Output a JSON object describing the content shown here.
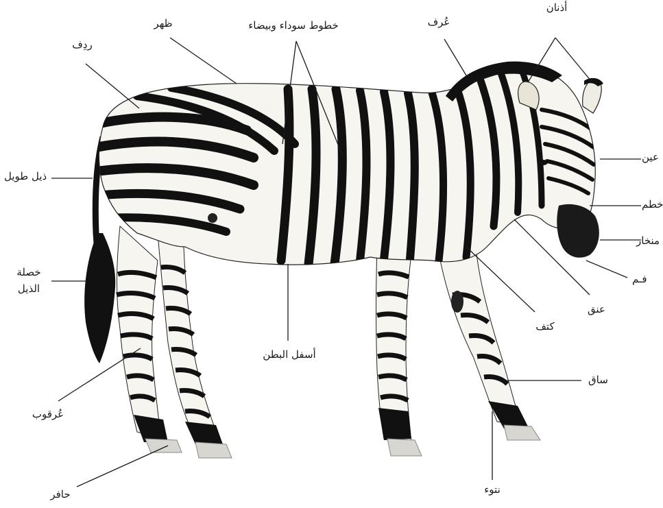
{
  "labels": {
    "back": "ظهر",
    "stripes": "خطوط سوداء وبيضاء",
    "mane": "عُرف",
    "ears": "أذنان",
    "rump": "ردِف",
    "long_tail": "ذيل طويل",
    "eye": "عين",
    "muzzle": "خطم",
    "nostril": "منخار",
    "mouth": "فـم",
    "tail_tuft_line1": "خصلة",
    "tail_tuft_line2": "الذيل",
    "neck": "عنق",
    "shoulder": "كتف",
    "belly": "أسفل البطن",
    "hock": "عُرقوب",
    "leg": "ساق",
    "fetlock": "نتوء",
    "hoof": "حافر"
  },
  "colors": {
    "stripe": "#111111",
    "coat": "#f7f5f0",
    "hoof": "#d8d6d0",
    "line": "#1a1a1a"
  }
}
